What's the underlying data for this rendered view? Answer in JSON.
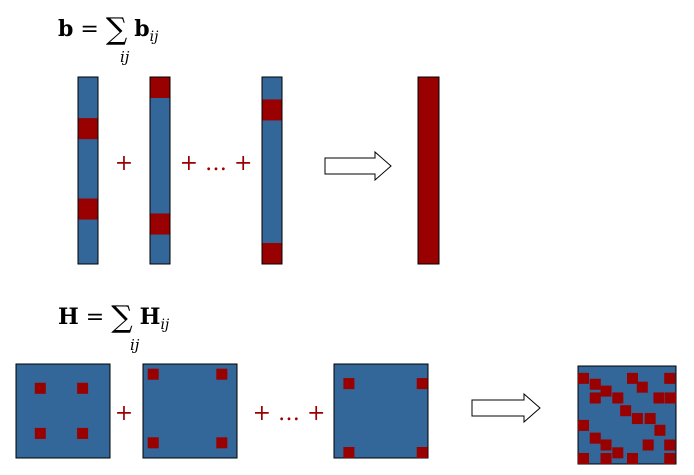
{
  "colors": {
    "blue": "#336699",
    "red": "#990000",
    "outline": "#000000"
  },
  "formula_b": {
    "lhs": "b",
    "eq": "=",
    "sigma": "∑",
    "index": "ij",
    "term": "b",
    "term_sub": "ij"
  },
  "formula_H": {
    "lhs": "H",
    "eq": "=",
    "sigma": "∑",
    "index": "ij",
    "term": "H",
    "term_sub": "ij"
  },
  "operators": {
    "plus": "+",
    "plus_ellipsis_plus": "+ … +"
  },
  "vectors": [
    {
      "name": "vector-b-1",
      "red_bands": [
        0.22,
        0.65
      ]
    },
    {
      "name": "vector-b-2",
      "red_bands": [
        0.0,
        0.73
      ]
    },
    {
      "name": "vector-b-n",
      "red_bands": [
        0.12,
        0.89
      ]
    }
  ],
  "matrices": [
    {
      "name": "matrix-H-1",
      "red_cells": [
        [
          0.2,
          0.2
        ],
        [
          0.65,
          0.2
        ],
        [
          0.2,
          0.68
        ],
        [
          0.65,
          0.68
        ]
      ]
    },
    {
      "name": "matrix-H-2",
      "red_cells": [
        [
          0.05,
          0.05
        ],
        [
          0.78,
          0.05
        ],
        [
          0.05,
          0.78
        ],
        [
          0.78,
          0.78
        ]
      ]
    },
    {
      "name": "matrix-H-n",
      "red_cells": [
        [
          0.1,
          0.15
        ],
        [
          0.88,
          0.15
        ],
        [
          0.1,
          0.9
        ],
        [
          0.88,
          0.9
        ]
      ]
    }
  ],
  "result_matrix_cells": [
    [
      0.0,
      0.07
    ],
    [
      0.12,
      0.13
    ],
    [
      0.23,
      0.2
    ],
    [
      0.5,
      0.07
    ],
    [
      0.6,
      0.16
    ],
    [
      0.88,
      0.07
    ],
    [
      0.12,
      0.27
    ],
    [
      0.35,
      0.27
    ],
    [
      0.77,
      0.27
    ],
    [
      0.95,
      0.27
    ],
    [
      0.43,
      0.4
    ],
    [
      0.55,
      0.48
    ],
    [
      0.0,
      0.55
    ],
    [
      0.68,
      0.48
    ],
    [
      0.12,
      0.68
    ],
    [
      0.78,
      0.6
    ],
    [
      0.23,
      0.75
    ],
    [
      0.88,
      0.75
    ],
    [
      0.23,
      0.9
    ],
    [
      0.0,
      0.93
    ],
    [
      0.5,
      0.93
    ],
    [
      0.88,
      0.93
    ],
    [
      0.35,
      0.83
    ],
    [
      0.66,
      0.75
    ]
  ]
}
